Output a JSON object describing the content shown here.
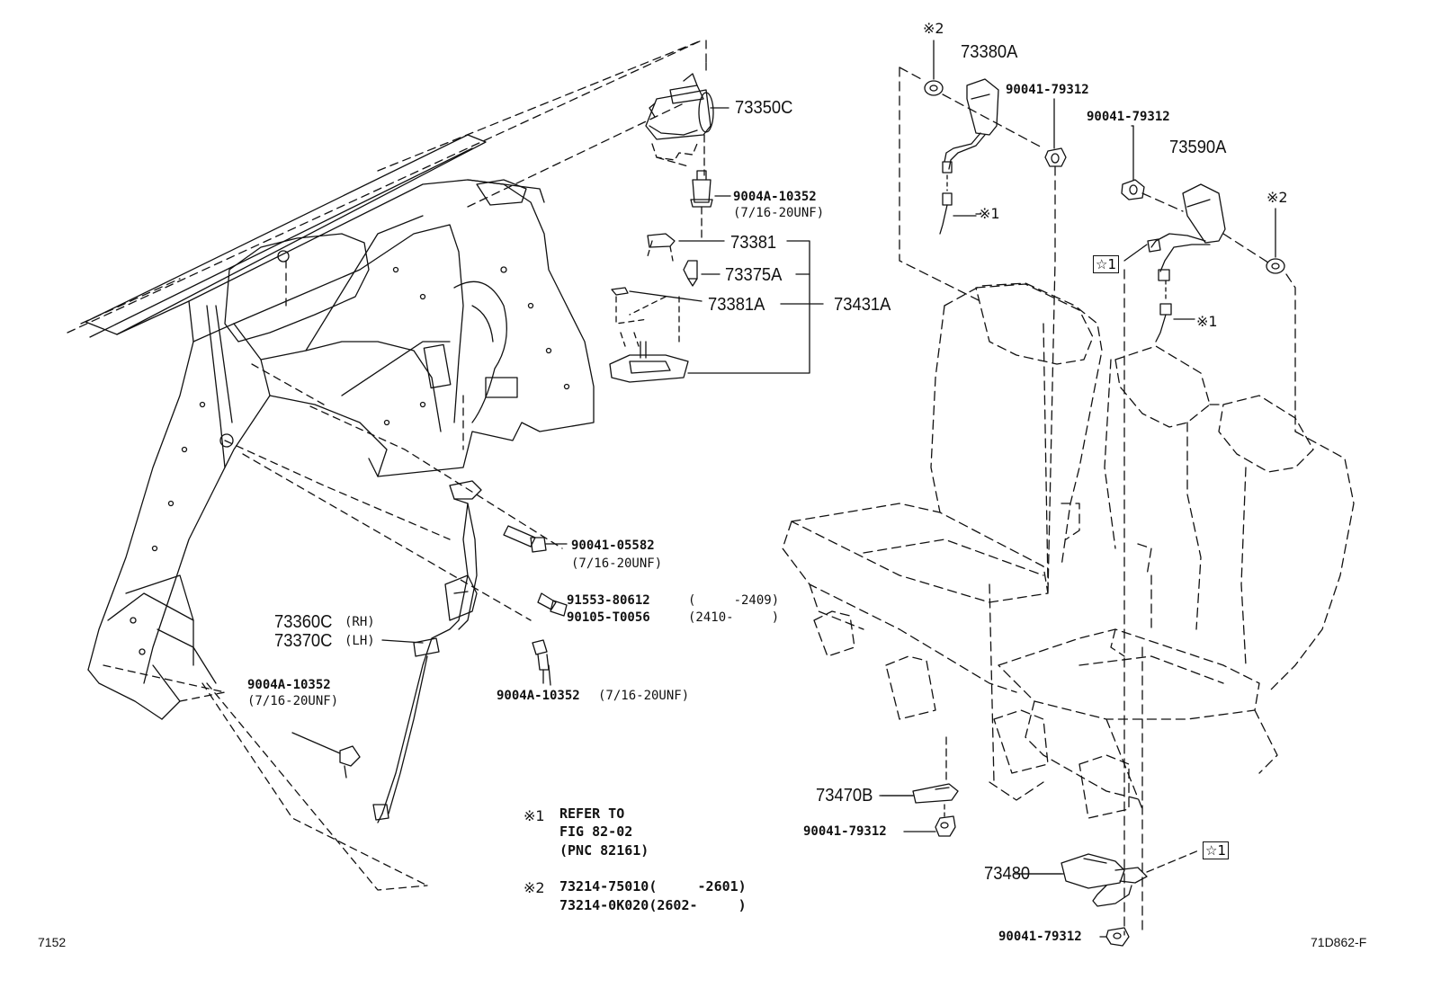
{
  "diagram": {
    "parts": {
      "p73350C": "73350C",
      "p9004A_10352_a": "9004A-10352",
      "p9004A_10352_a_spec": "(7/16-20UNF)",
      "p73381": "73381",
      "p73375A": "73375A",
      "p73381A": "73381A",
      "p73431A": "73431A",
      "p73380A": "73380A",
      "p90041_79312_a": "90041-79312",
      "p90041_79312_b": "90041-79312",
      "p73590A": "73590A",
      "p90041_05582": "90041-05582",
      "p90041_05582_spec": "(7/16-20UNF)",
      "p91553_80612": "91553-80612",
      "p91553_80612_range": "(     -2409)",
      "p90105_T0056": "90105-T0056",
      "p90105_T0056_range": "(2410-     )",
      "p73360C": "73360C",
      "p73360C_side": "(RH)",
      "p73370C": "73370C",
      "p73370C_side": "(LH)",
      "p9004A_10352_b": "9004A-10352",
      "p9004A_10352_b_spec": "(7/16-20UNF)",
      "p9004A_10352_c": "9004A-10352",
      "p9004A_10352_c_spec": "(7/16-20UNF)",
      "p73470B": "73470B",
      "p90041_79312_c": "90041-79312",
      "p73480": "73480",
      "p90041_79312_d": "90041-79312"
    },
    "marks": {
      "ref1_a": "※1",
      "ref1_b": "※1",
      "ref2_a": "※2",
      "ref2_b": "※2",
      "star1_a": "☆1",
      "star1_b": "☆1"
    },
    "notes": {
      "n1_mark": "※1",
      "n1_line1": "REFER TO",
      "n1_line2": "FIG 82-02",
      "n1_line3": "(PNC 82161)",
      "n2_mark": "※2",
      "n2_line1": "73214-75010(     -2601)",
      "n2_line2": "73214-0K020(2602-     )"
    },
    "page_id": "7152",
    "figure_id": "71D862-F"
  }
}
